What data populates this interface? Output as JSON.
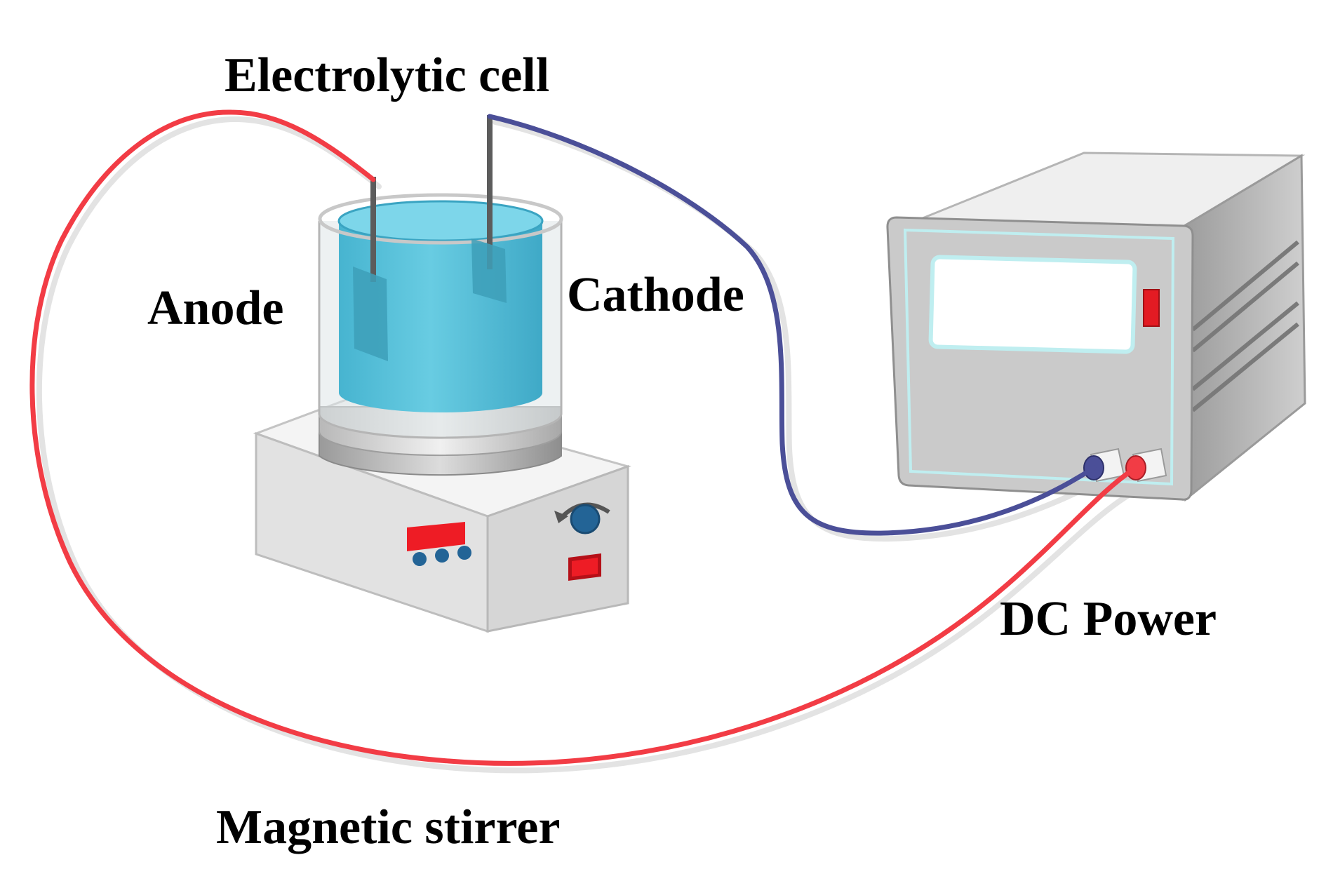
{
  "labels": {
    "electrolytic_cell": "Electrolytic cell",
    "anode": "Anode",
    "cathode": "Cathode",
    "dc_power": "DC Power",
    "magnetic_stirrer": "Magnetic stirrer"
  },
  "colors": {
    "anode_wire": "#f23c45",
    "cathode_wire": "#4b4f98",
    "electrolyte": "#5cc6dd",
    "stirrer_body": "#e6e6e6",
    "stirrer_display": "#ee1c25",
    "knob": "#236496",
    "power_body": "#c8c8c8",
    "power_screen": "#ffffff",
    "power_screen_border": "#bfeef0",
    "power_indicator": "#e31b23"
  },
  "icons": {
    "knob_arrow": "rotate-arrow-icon"
  }
}
